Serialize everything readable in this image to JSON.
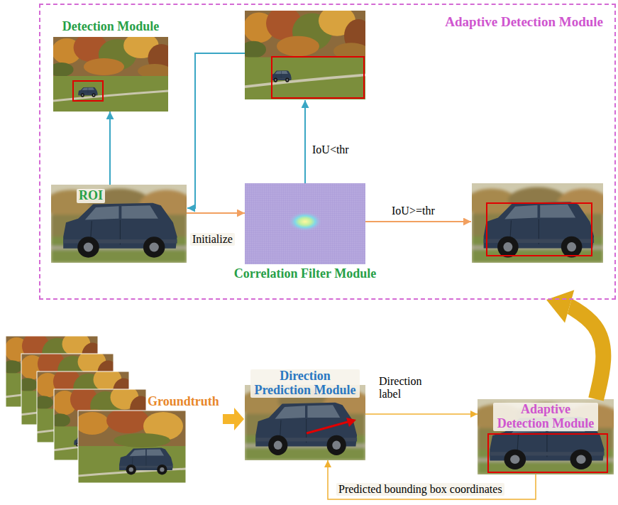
{
  "diagram": {
    "nodes": [
      {
        "text": [
          "Adaptive Detection Module"
        ]
      },
      {
        "text": [
          "Detection Module"
        ],
        "in": 0
      },
      {
        "text": [
          "ROI"
        ],
        "in": 0
      },
      {
        "text": [
          "Correlation Filter Module"
        ],
        "in": 0
      },
      {
        "text": [
          "Direction Prediction Module"
        ]
      },
      {
        "text": [
          "Adaptive Detection Module"
        ]
      }
    ],
    "edges": [
      {
        "from": 2,
        "to": 1,
        "arrow": "to"
      },
      {
        "from": 2,
        "to": 3,
        "label": "Initialize",
        "arrow": "to"
      },
      {
        "from": 4,
        "to": 5,
        "label": "Direction label",
        "arrow": "to"
      },
      {
        "from": 5,
        "to": 4,
        "label": "Predicted bounding box coordinates",
        "arrow": "to"
      },
      {
        "from": 5,
        "to": 0,
        "arrow": "to"
      }
    ],
    "labels": [
      "IoU<thr",
      "IoU>=thr",
      "Groundtruth"
    ]
  }
}
